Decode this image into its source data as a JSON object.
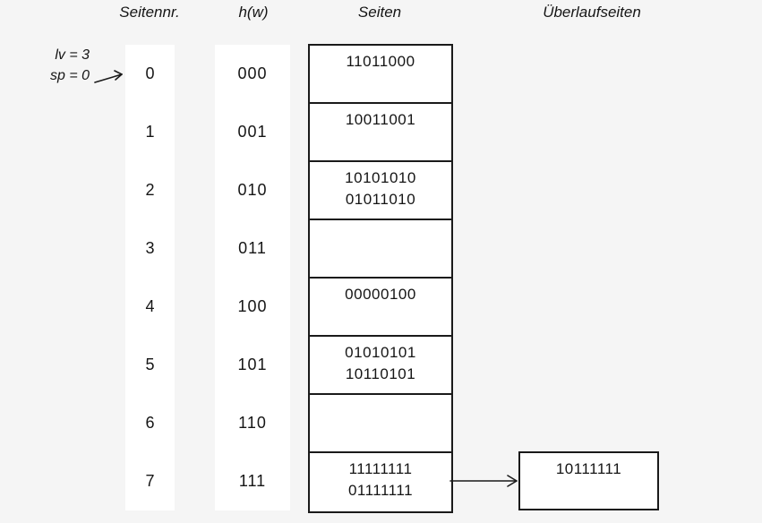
{
  "headers": {
    "seitennr": "Seitennr.",
    "hw": "h(w)",
    "seiten": "Seiten",
    "ueberlauf": "Überlaufseiten"
  },
  "annotation": {
    "lv": "lv = 3",
    "sp": "sp = 0"
  },
  "rows": [
    {
      "nr": "0",
      "hw": "000",
      "lines": [
        "11011000"
      ]
    },
    {
      "nr": "1",
      "hw": "001",
      "lines": [
        "10011001"
      ]
    },
    {
      "nr": "2",
      "hw": "010",
      "lines": [
        "10101010",
        "01011010"
      ]
    },
    {
      "nr": "3",
      "hw": "011",
      "lines": []
    },
    {
      "nr": "4",
      "hw": "100",
      "lines": [
        "00000100"
      ]
    },
    {
      "nr": "5",
      "hw": "101",
      "lines": [
        "01010101",
        "10110101"
      ]
    },
    {
      "nr": "6",
      "hw": "110",
      "lines": []
    },
    {
      "nr": "7",
      "hw": "111",
      "lines": [
        "11111111",
        "01111111"
      ]
    }
  ],
  "overflow": {
    "attached_to_row": "7",
    "lines": [
      "10111111"
    ]
  },
  "colors": {
    "background": "#f5f5f5",
    "surface": "#ffffff",
    "border": "#1a1a1a",
    "text": "#151515"
  }
}
